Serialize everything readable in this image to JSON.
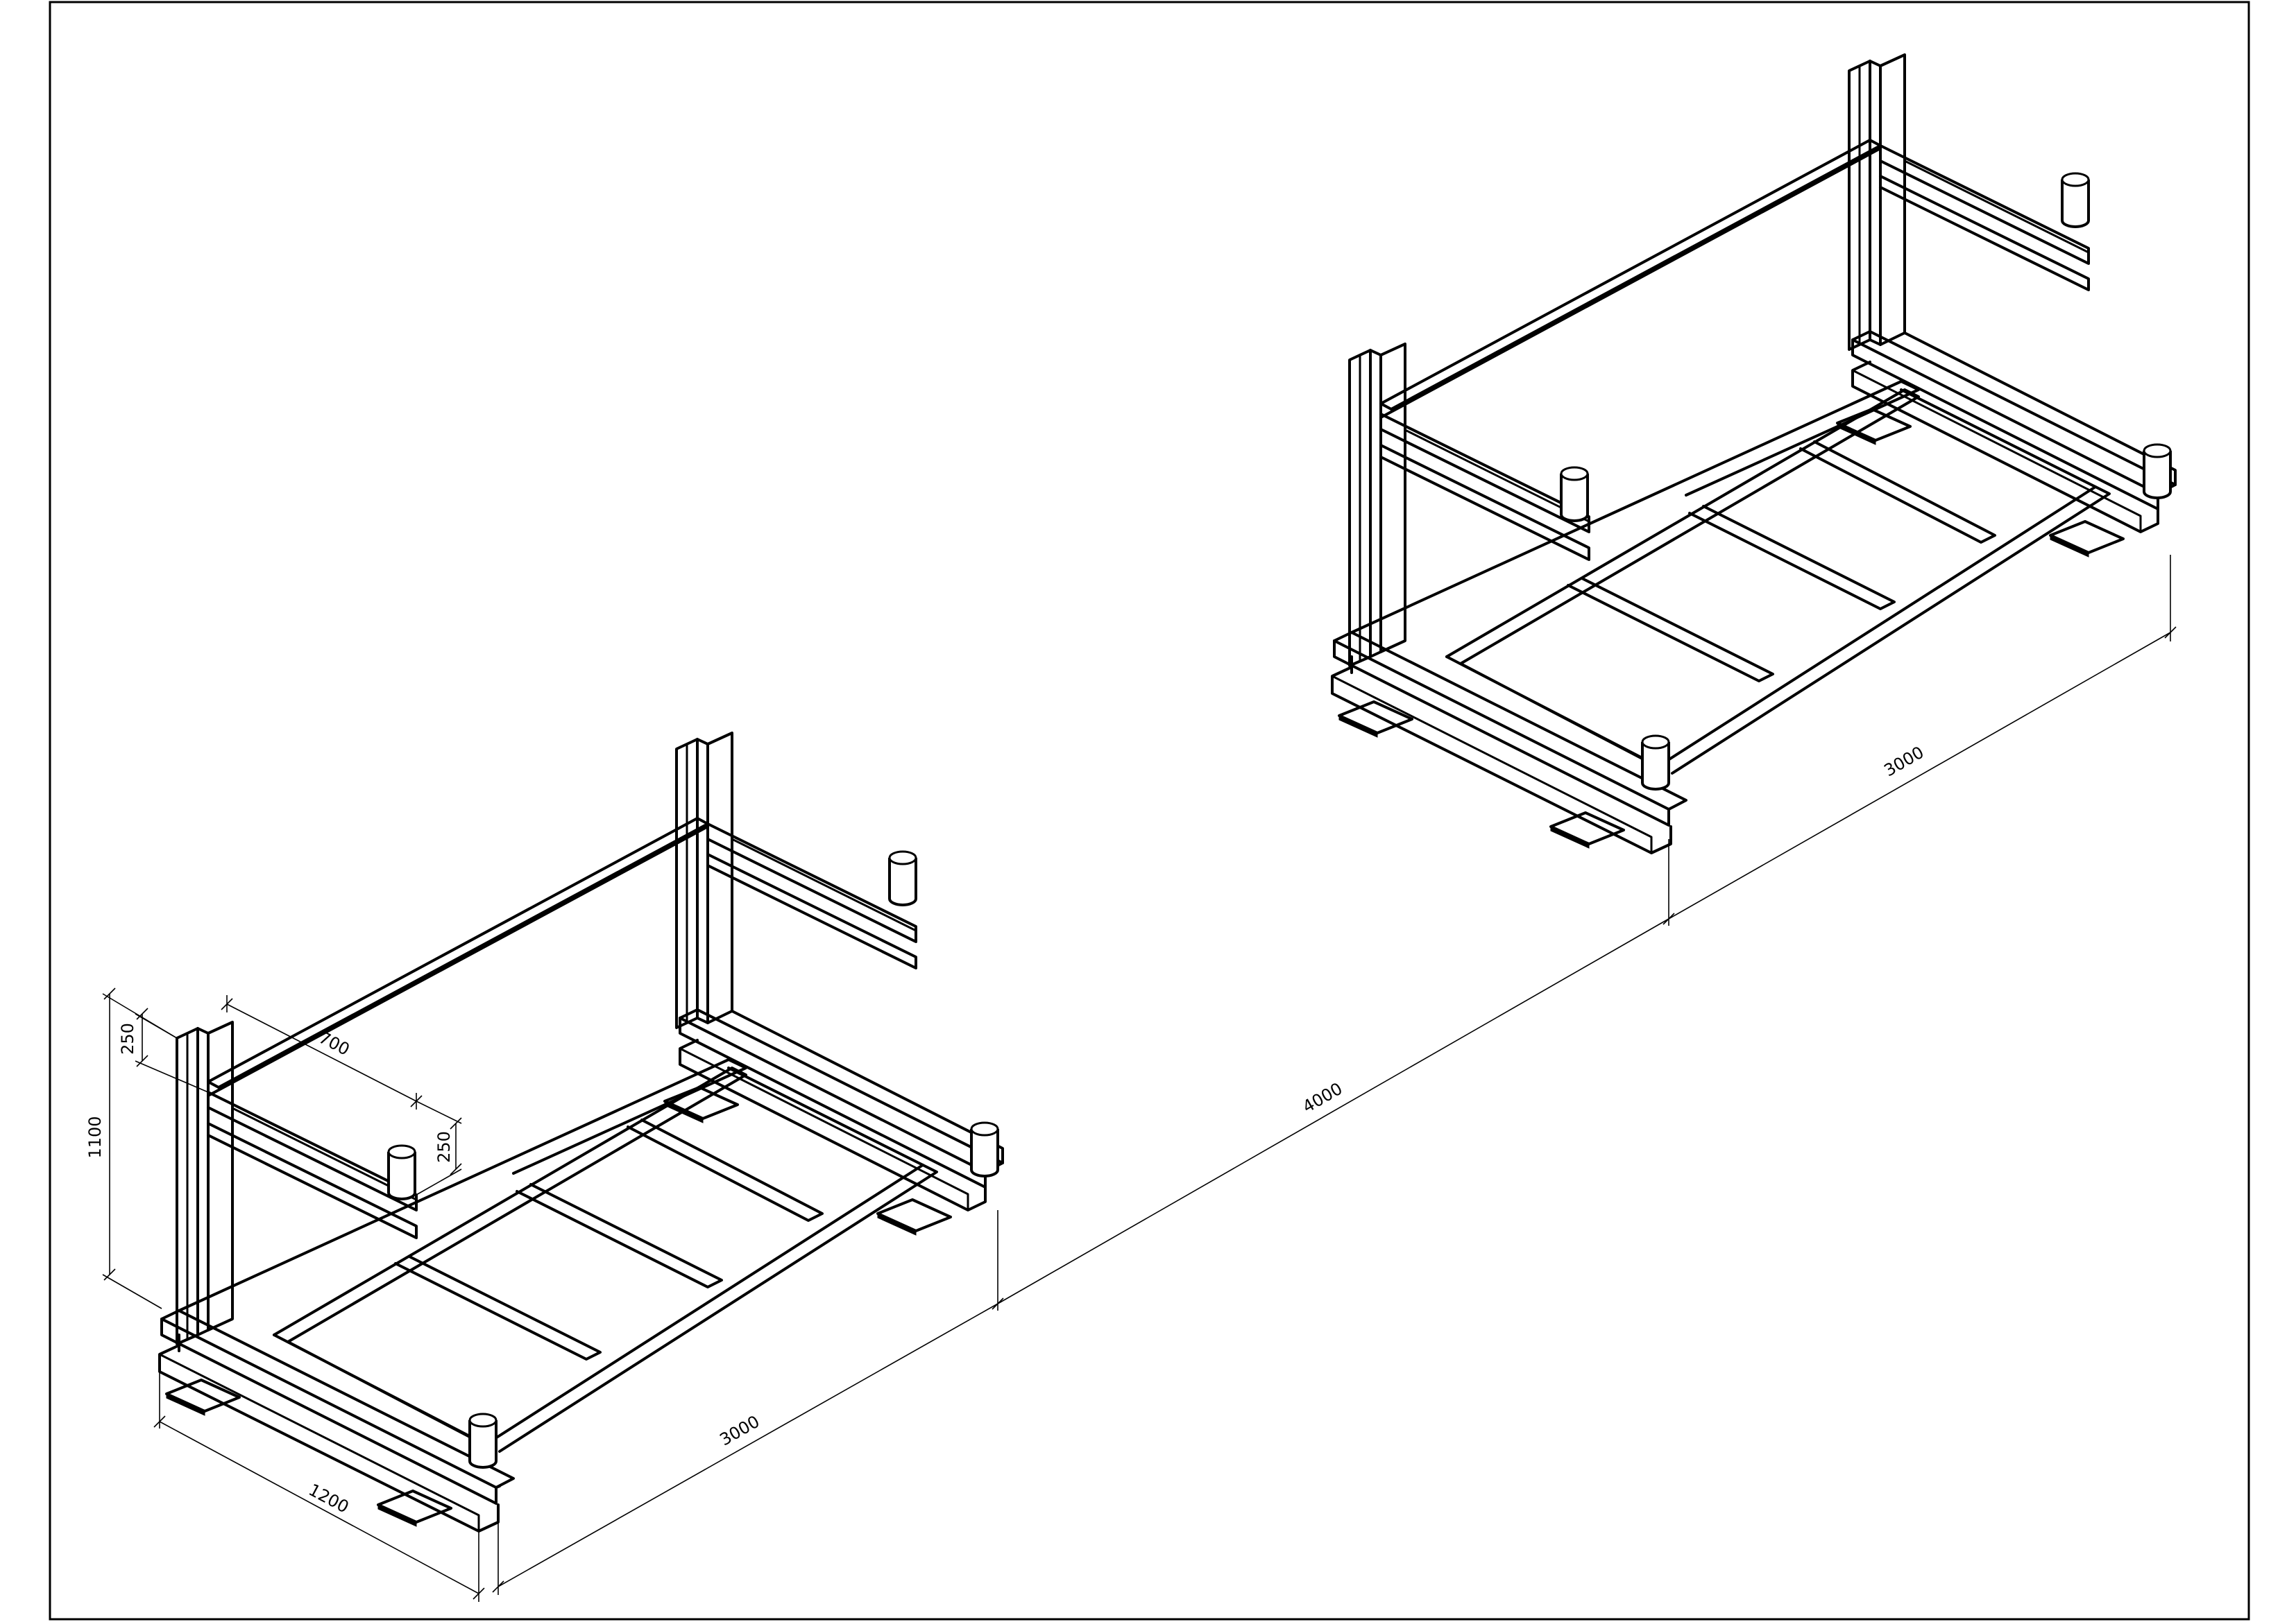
{
  "dimensions": {
    "height_total": "1100",
    "top_offset_left": "250",
    "top_offset_right": "250",
    "arm_length": "700",
    "width_depth": "1200",
    "length_left": "3000",
    "spacing": "4000",
    "length_right": "3000"
  }
}
